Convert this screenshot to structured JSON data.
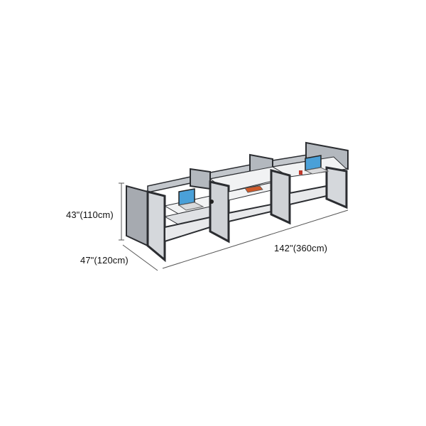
{
  "dimensions": {
    "height": "43\"(110cm)",
    "depth": "47\"(120cm)",
    "width": "142\"(360cm)"
  },
  "colors": {
    "frame": "#2b2d31",
    "panel_glass": "#b9bec4",
    "panel_fabric": "#a6aab0",
    "desk_top": "#f2f3f4",
    "dimension_line": "#333333",
    "text": "#111111"
  }
}
